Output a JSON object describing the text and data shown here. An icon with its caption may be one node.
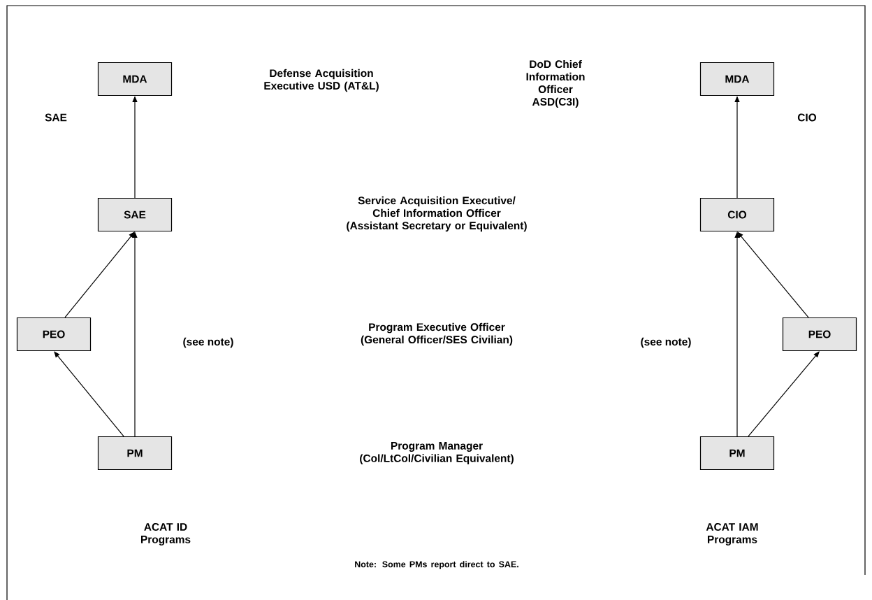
{
  "diagram": {
    "nodes": [
      {
        "text": [
          "MDA"
        ]
      },
      {
        "text": [
          "SAE"
        ]
      },
      {
        "text": [
          "PEO"
        ]
      },
      {
        "text": [
          "PM"
        ]
      },
      {
        "text": [
          "MDA"
        ]
      },
      {
        "text": [
          "CIO"
        ]
      },
      {
        "text": [
          "PEO"
        ]
      },
      {
        "text": [
          "PM"
        ]
      }
    ],
    "edges": [
      {
        "from": 1,
        "to": 0,
        "arrow": "to"
      },
      {
        "from": 2,
        "to": 1,
        "arrow": "to"
      },
      {
        "from": 3,
        "to": 1,
        "arrow": "to",
        "label": "(see note)"
      },
      {
        "from": 3,
        "to": 2,
        "arrow": "to"
      },
      {
        "from": 5,
        "to": 4,
        "arrow": "to"
      },
      {
        "from": 6,
        "to": 5,
        "arrow": "to"
      },
      {
        "from": 7,
        "to": 5,
        "arrow": "to",
        "label": "(see note)"
      },
      {
        "from": 7,
        "to": 6,
        "arrow": "to"
      }
    ],
    "labels": [
      "Defense Acquisition Executive USD (AT&L)",
      "DoD Chief Information Officer ASD(C3I)",
      "SAE",
      "CIO",
      "Service Acquisition Executive/ Chief Information Officer (Assistant Secretary or Equivalent)",
      "Program Executive Officer (General Officer/SES Civilian)",
      "Program Manager (Col/LtCol/Civilian Equivalent)",
      "ACAT ID Programs",
      "ACAT IAM Programs",
      "Note: Some PMs report direct to SAE."
    ]
  }
}
